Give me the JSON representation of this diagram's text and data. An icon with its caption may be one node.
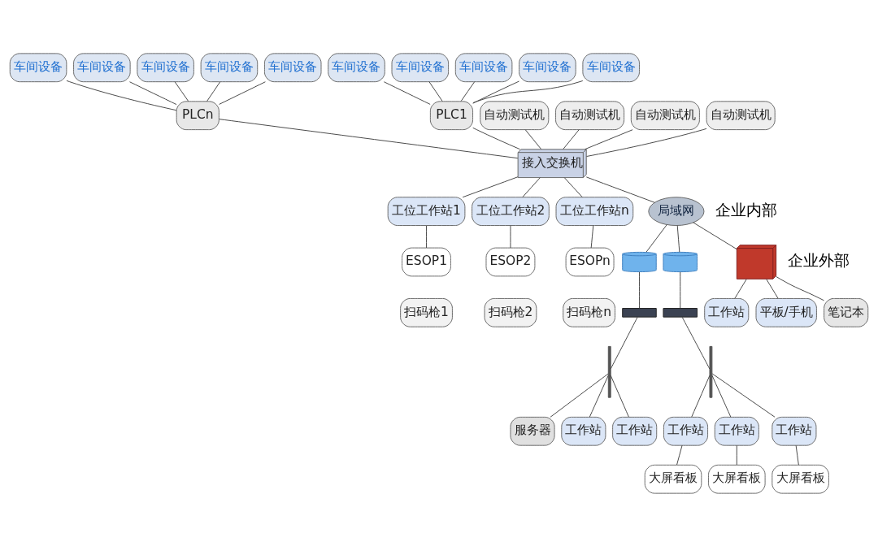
{
  "diagram": {
    "nodes": [
      {
        "text": [
          "车间设备"
        ]
      },
      {
        "text": [
          "车间设备"
        ]
      },
      {
        "text": [
          "车间设备"
        ]
      },
      {
        "text": [
          "车间设备"
        ]
      },
      {
        "text": [
          "车间设备"
        ]
      },
      {
        "text": [
          "车间设备"
        ]
      },
      {
        "text": [
          "车间设备"
        ]
      },
      {
        "text": [
          "车间设备"
        ]
      },
      {
        "text": [
          "车间设备"
        ]
      },
      {
        "text": [
          "车间设备"
        ]
      },
      {
        "text": [
          "PLC1"
        ]
      },
      {
        "text": [
          "PLCn"
        ]
      },
      {
        "text": [
          "自动测试机"
        ]
      },
      {
        "text": [
          "自动测试机"
        ]
      },
      {
        "text": [
          "自动测试机"
        ]
      },
      {
        "text": [
          "自动测试机"
        ]
      },
      {
        "text": [
          "接入交换机"
        ]
      },
      {
        "text": [
          "工位工作站1"
        ]
      },
      {
        "text": [
          "工位工作站2"
        ]
      },
      {
        "text": [
          "工位工作站n"
        ]
      },
      {
        "text": [
          "ESOP1"
        ]
      },
      {
        "text": [
          "ESOP2"
        ]
      },
      {
        "text": [
          "ESOPn"
        ]
      },
      {
        "text": [
          "扫码枪1"
        ]
      },
      {
        "text": [
          "扫码枪2"
        ]
      },
      {
        "text": [
          "扫码枪n"
        ]
      },
      {
        "text": [
          "局域网"
        ]
      },
      {
        "text": [],
        "shape": "cylinder"
      },
      {
        "text": [],
        "shape": "box"
      },
      {
        "text": [],
        "shape": "bar"
      },
      {
        "text": [
          "服务器"
        ]
      },
      {
        "text": [
          "工作站"
        ]
      },
      {
        "text": [
          "工作站"
        ]
      },
      {
        "text": [],
        "shape": "cylinder"
      },
      {
        "text": [],
        "shape": "box"
      },
      {
        "text": [],
        "shape": "bar"
      },
      {
        "text": [
          "工作站"
        ]
      },
      {
        "text": [
          "工作站"
        ]
      },
      {
        "text": [
          "工作站"
        ]
      },
      {
        "text": [
          "大屏看板"
        ]
      },
      {
        "text": [
          "大屏看板"
        ]
      },
      {
        "text": [
          "大屏看板"
        ]
      },
      {
        "text": [],
        "shape": "wall"
      },
      {
        "text": [
          "工作站"
        ]
      },
      {
        "text": [
          "平板/手机"
        ]
      },
      {
        "text": [
          "笔记本"
        ]
      }
    ],
    "edges": [
      {
        "from": 0,
        "to": 10,
        "arrow": "none"
      },
      {
        "from": 1,
        "to": 10,
        "arrow": "none"
      },
      {
        "from": 2,
        "to": 10,
        "arrow": "none"
      },
      {
        "from": 3,
        "to": 10,
        "arrow": "none"
      },
      {
        "from": 4,
        "to": 10,
        "arrow": "none"
      },
      {
        "from": 5,
        "to": 11,
        "arrow": "none"
      },
      {
        "from": 6,
        "to": 11,
        "arrow": "none"
      },
      {
        "from": 7,
        "to": 11,
        "arrow": "none"
      },
      {
        "from": 8,
        "to": 11,
        "arrow": "none"
      },
      {
        "from": 9,
        "to": 11,
        "arrow": "none"
      },
      {
        "from": 10,
        "to": 16,
        "arrow": "none"
      },
      {
        "from": 11,
        "to": 16,
        "arrow": "none"
      },
      {
        "from": 12,
        "to": 16,
        "arrow": "none"
      },
      {
        "from": 13,
        "to": 16,
        "arrow": "none"
      },
      {
        "from": 14,
        "to": 16,
        "arrow": "none"
      },
      {
        "from": 15,
        "to": 16,
        "arrow": "none"
      },
      {
        "from": 16,
        "to": 17,
        "arrow": "none"
      },
      {
        "from": 16,
        "to": 18,
        "arrow": "none"
      },
      {
        "from": 16,
        "to": 19,
        "arrow": "none"
      },
      {
        "from": 17,
        "to": 20,
        "arrow": "none"
      },
      {
        "from": 18,
        "to": 21,
        "arrow": "none"
      },
      {
        "from": 19,
        "to": 22,
        "arrow": "none"
      },
      {
        "from": 16,
        "to": 26,
        "arrow": "none"
      },
      {
        "from": 26,
        "to": 27,
        "arrow": "none"
      },
      {
        "from": 27,
        "to": 28,
        "arrow": "none"
      },
      {
        "from": 28,
        "to": 29,
        "arrow": "none"
      },
      {
        "from": 29,
        "to": 30,
        "arrow": "none"
      },
      {
        "from": 29,
        "to": 31,
        "arrow": "none"
      },
      {
        "from": 29,
        "to": 32,
        "arrow": "none"
      },
      {
        "from": 26,
        "to": 33,
        "arrow": "none"
      },
      {
        "from": 33,
        "to": 34,
        "arrow": "none"
      },
      {
        "from": 34,
        "to": 35,
        "arrow": "none"
      },
      {
        "from": 35,
        "to": 36,
        "arrow": "none"
      },
      {
        "from": 35,
        "to": 37,
        "arrow": "none"
      },
      {
        "from": 35,
        "to": 38,
        "arrow": "none"
      },
      {
        "from": 36,
        "to": 39,
        "arrow": "none"
      },
      {
        "from": 37,
        "to": 40,
        "arrow": "none"
      },
      {
        "from": 38,
        "to": 41,
        "arrow": "none"
      },
      {
        "from": 26,
        "to": 42,
        "arrow": "none"
      },
      {
        "from": 42,
        "to": 43,
        "arrow": "none"
      },
      {
        "from": 42,
        "to": 44,
        "arrow": "none"
      },
      {
        "from": 42,
        "to": 45,
        "arrow": "none"
      }
    ],
    "labels": [
      "企业内部",
      "企业外部"
    ]
  }
}
